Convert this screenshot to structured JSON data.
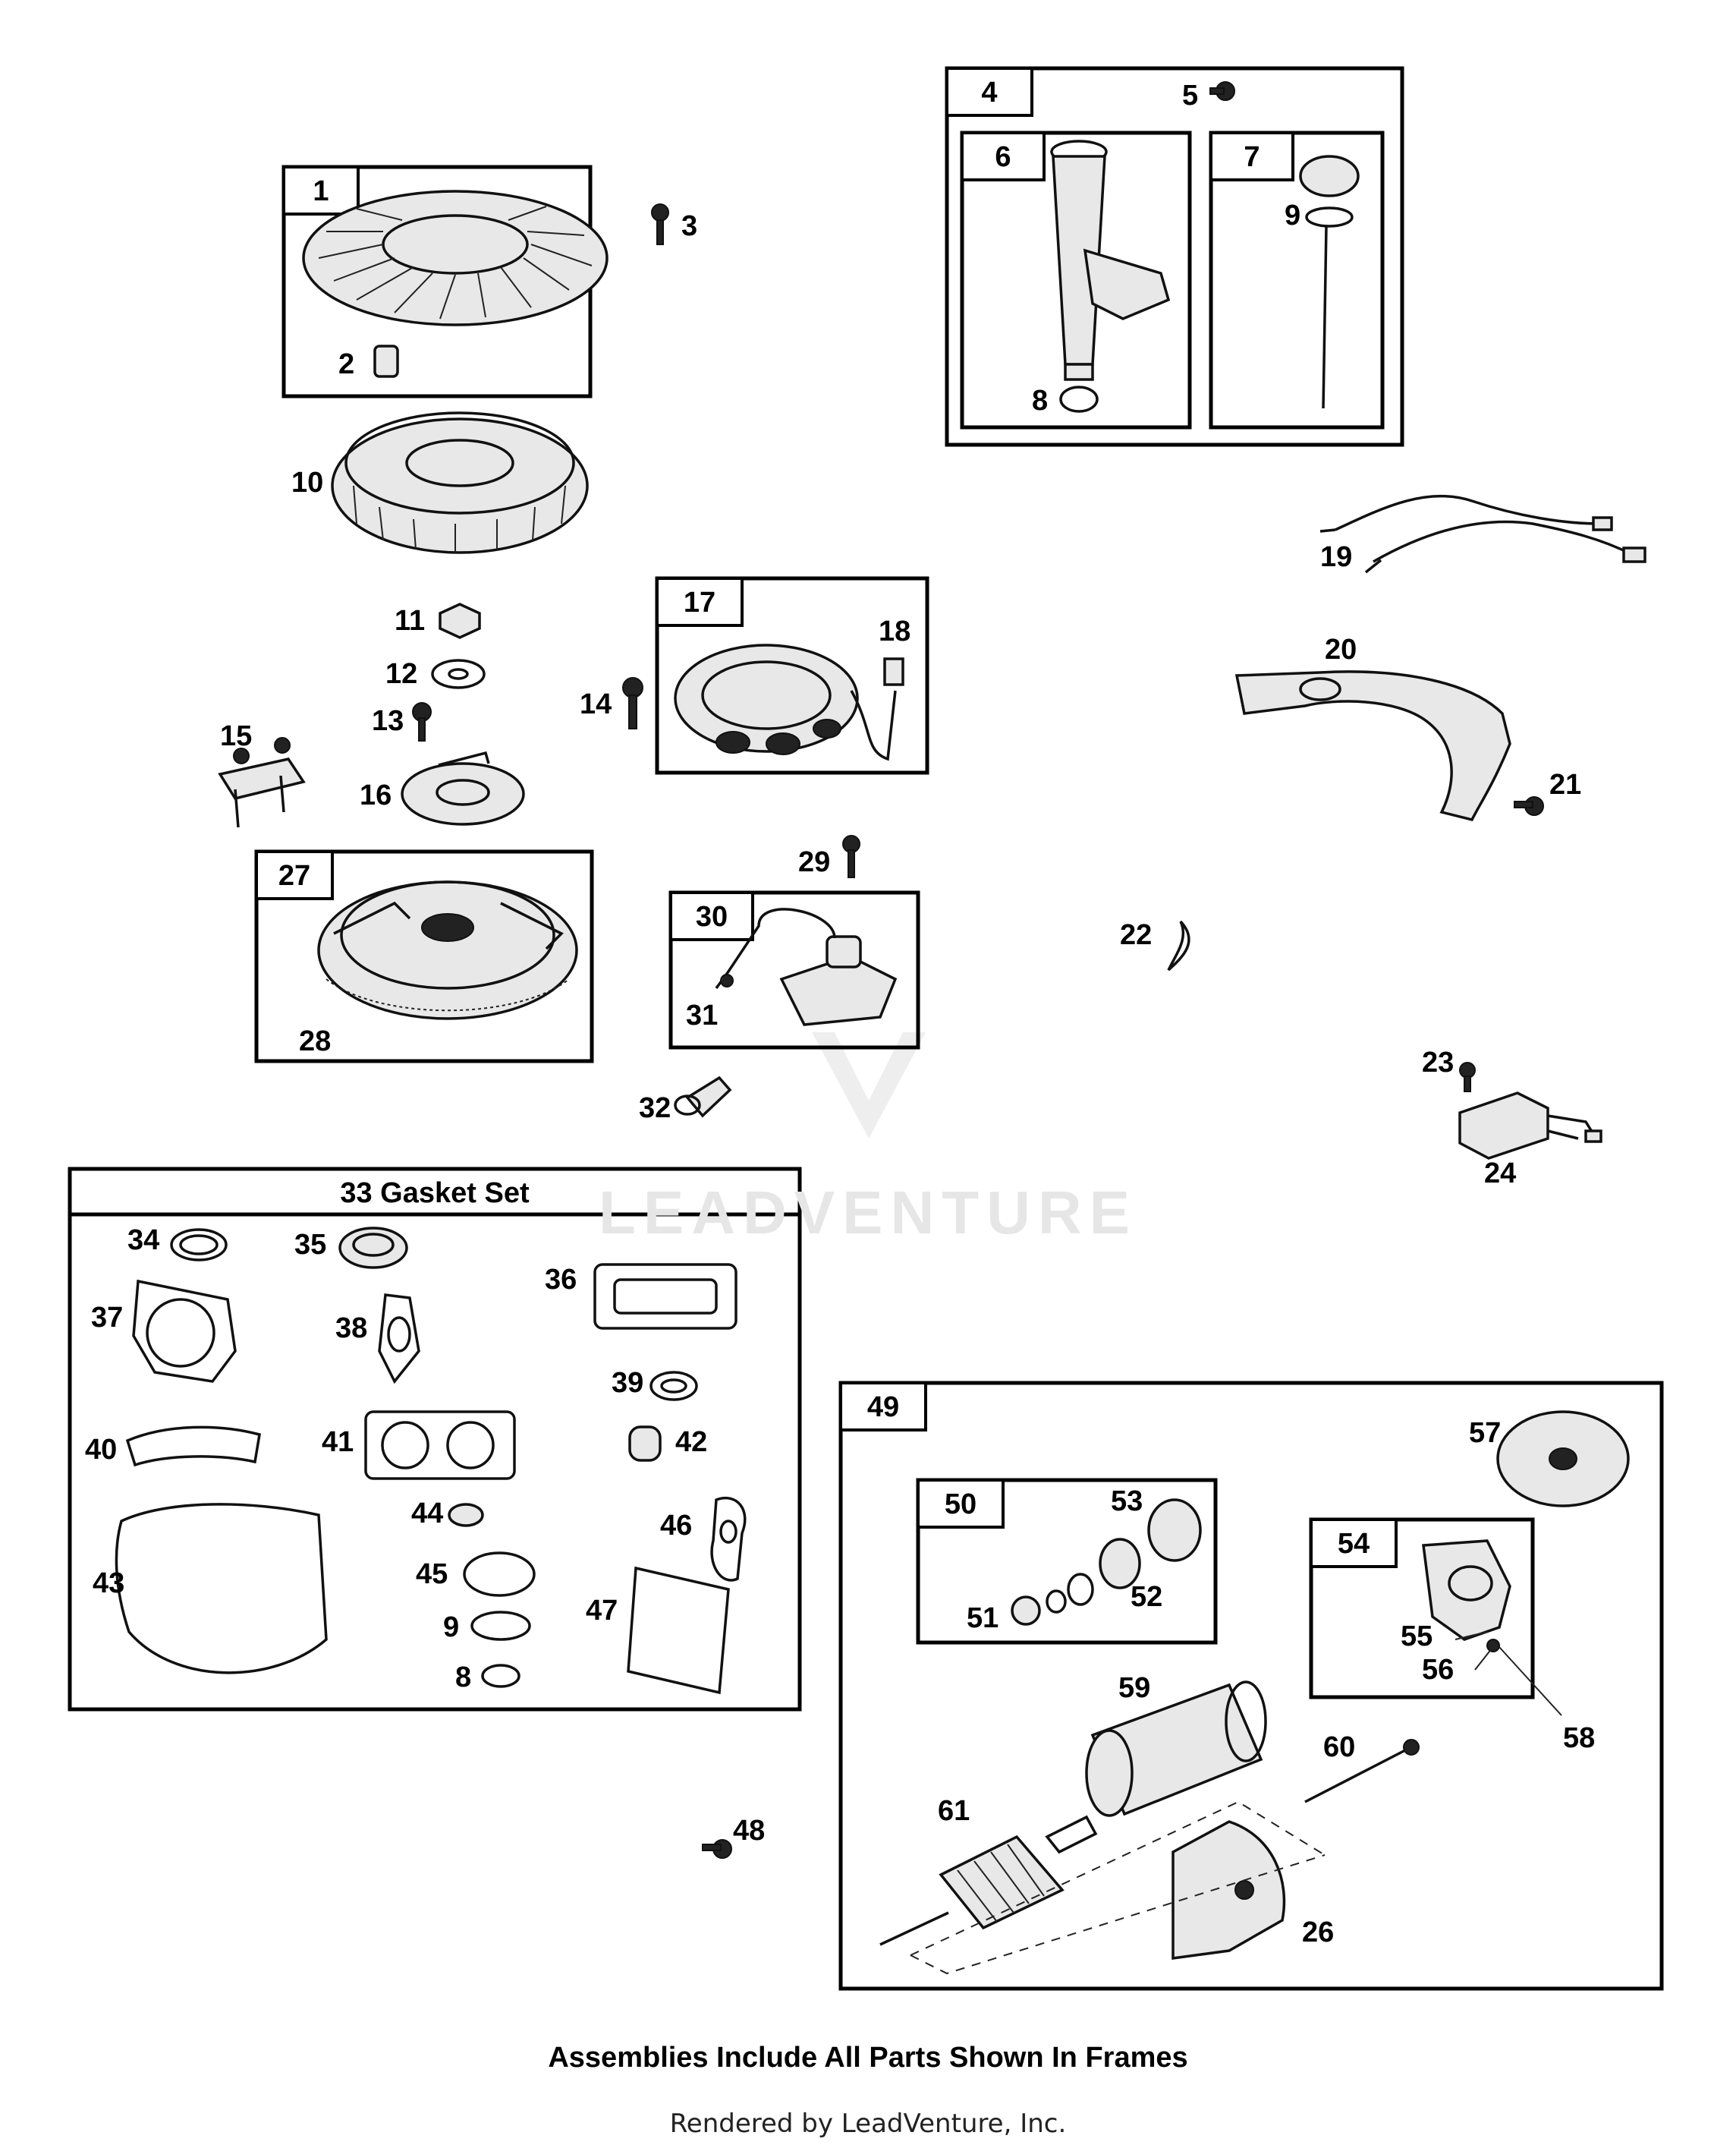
{
  "labels": {
    "p1": "1",
    "p2": "2",
    "p3": "3",
    "p4": "4",
    "p5": "5",
    "p6": "6",
    "p7": "7",
    "p8": "8",
    "p9": "9",
    "p10": "10",
    "p11": "11",
    "p12": "12",
    "p13": "13",
    "p14": "14",
    "p15": "15",
    "p16": "16",
    "p17": "17",
    "p18": "18",
    "p19": "19",
    "p20": "20",
    "p21": "21",
    "p22": "22",
    "p23": "23",
    "p24": "24",
    "p26": "26",
    "p27": "27",
    "p28": "28",
    "p29": "29",
    "p30": "30",
    "p31": "31",
    "p32": "32",
    "p34": "34",
    "p35": "35",
    "p36": "36",
    "p37": "37",
    "p38": "38",
    "p39": "39",
    "p40": "40",
    "p41": "41",
    "p42": "42",
    "p43": "43",
    "p44": "44",
    "p45": "45",
    "p46": "46",
    "p47": "47",
    "p48": "48",
    "p49": "49",
    "p50": "50",
    "p51": "51",
    "p52": "52",
    "p53": "53",
    "p54": "54",
    "p55": "55",
    "p56": "56",
    "p57": "57",
    "p58": "58",
    "p59": "59",
    "p60": "60",
    "p61": "61"
  },
  "gasket_set_title": "33  Gasket Set",
  "watermark": "LEADVENTURE",
  "footer": {
    "note": "Assemblies Include All Parts Shown In Frames",
    "credit": "Rendered by LeadVenture, Inc."
  }
}
